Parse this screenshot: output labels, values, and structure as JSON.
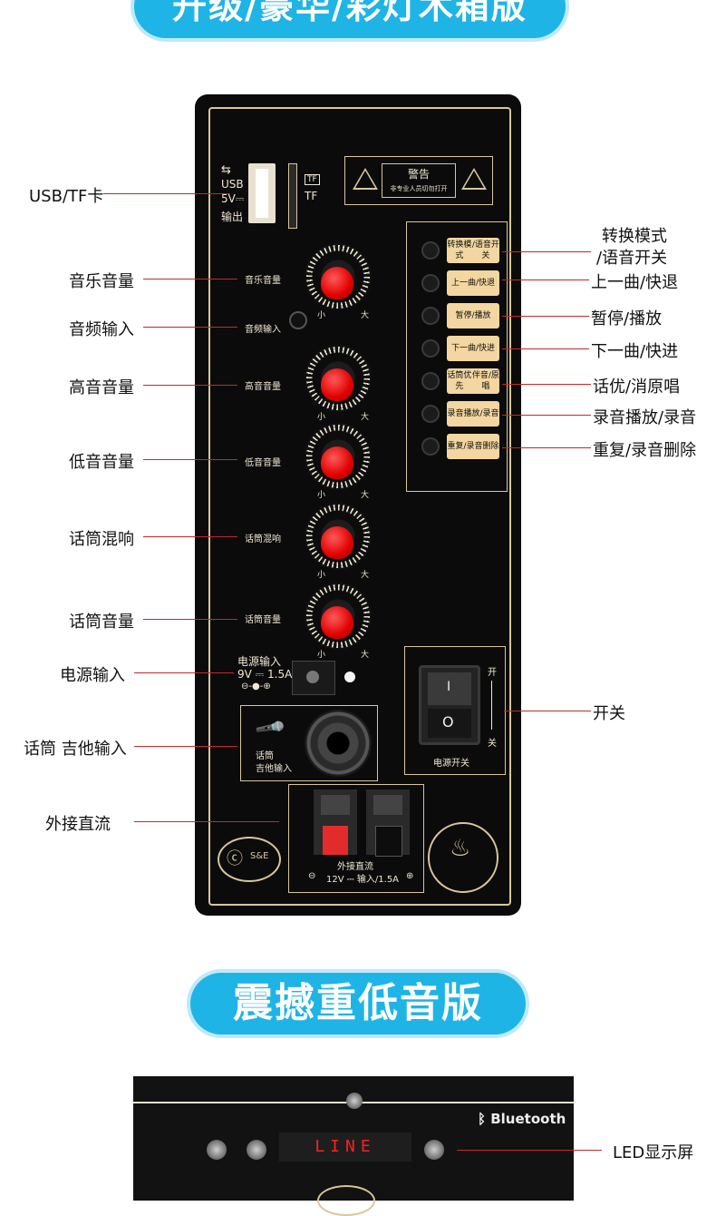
{
  "headers": {
    "top_banner": "升级/豪华/彩灯木箱版",
    "mid_banner": "震撼重低音版"
  },
  "callouts_left": {
    "usb_tf": "USB/TF卡",
    "music_volume": "音乐音量",
    "audio_input": "音频输入",
    "treble_volume": "高音音量",
    "bass_volume": "低音音量",
    "mic_reverb": "话筒混响",
    "mic_volume": "话筒音量",
    "power_input": "电源输入",
    "mic_guitar_input": "话筒 吉他输入",
    "external_dc": "外接直流"
  },
  "callouts_right": {
    "mode_switch_line1": "转换模式",
    "mode_switch_line2": "/语音开关",
    "prev_track": "上一曲/快退",
    "pause_play": "暂停/播放",
    "next_track": "下一曲/快进",
    "mic_priority": "话优/消原唱",
    "record_play": "录音播放/录音",
    "repeat_delete": "重复/录音删除",
    "power_switch": "开关",
    "led_display": "LED显示屏"
  },
  "panel": {
    "usb_label": "USB",
    "usb_spec": "5V⎓",
    "usb_output": "输出",
    "tf_badge": "TF",
    "tf_label": "TF",
    "warning_title": "警告",
    "warning_text": "非专业人员切勿打开",
    "knobs": [
      {
        "label": "音乐音量",
        "min": "小",
        "max": "大"
      },
      {
        "label": "高音音量",
        "min": "小",
        "max": "大"
      },
      {
        "label": "低音音量",
        "min": "小",
        "max": "大"
      },
      {
        "label": "话筒混响",
        "min": "小",
        "max": "大"
      },
      {
        "label": "话筒音量",
        "min": "小",
        "max": "大"
      }
    ],
    "audio_in_label": "音频输入",
    "buttons": [
      {
        "l1": "转换模式",
        "l2": "/语音开关"
      },
      {
        "l1": "上一曲",
        "l2": "/快退"
      },
      {
        "l1": "暂停/播放",
        "l2": ""
      },
      {
        "l1": "下一曲",
        "l2": "/快进"
      },
      {
        "l1": "话筒优先",
        "l2": "伴音/原唱"
      },
      {
        "l1": "录音播放",
        "l2": "/录音"
      },
      {
        "l1": "重复/",
        "l2": "录音删除"
      }
    ],
    "power_in_label": "电源输入",
    "power_in_spec": "9V ⎓ 1.5A",
    "power_polarity": "⊖-●-⊕",
    "switch_on": "开",
    "switch_off": "关",
    "switch_label": "电源开关",
    "switch_i": "I",
    "switch_o": "O",
    "mic_label_1": "话筒",
    "mic_label_2": "吉他输入",
    "dc_label": "外接直流",
    "dc_spec": "12V ⎓ 输入/1.5A",
    "dc_minus": "⊖",
    "dc_plus": "⊕",
    "ccc_text": "S&E"
  },
  "led": {
    "bluetooth_label": "Bluetooth",
    "display_text": "LINE"
  },
  "colors": {
    "banner": "#1fb4e6",
    "panel": "#0b0b0b",
    "gold_trim": "#d9c69a",
    "button_tag": "#f3d6a0",
    "knob_cap": "#e00000",
    "callout_line": "#c62828",
    "led_text": "#ff2020"
  }
}
